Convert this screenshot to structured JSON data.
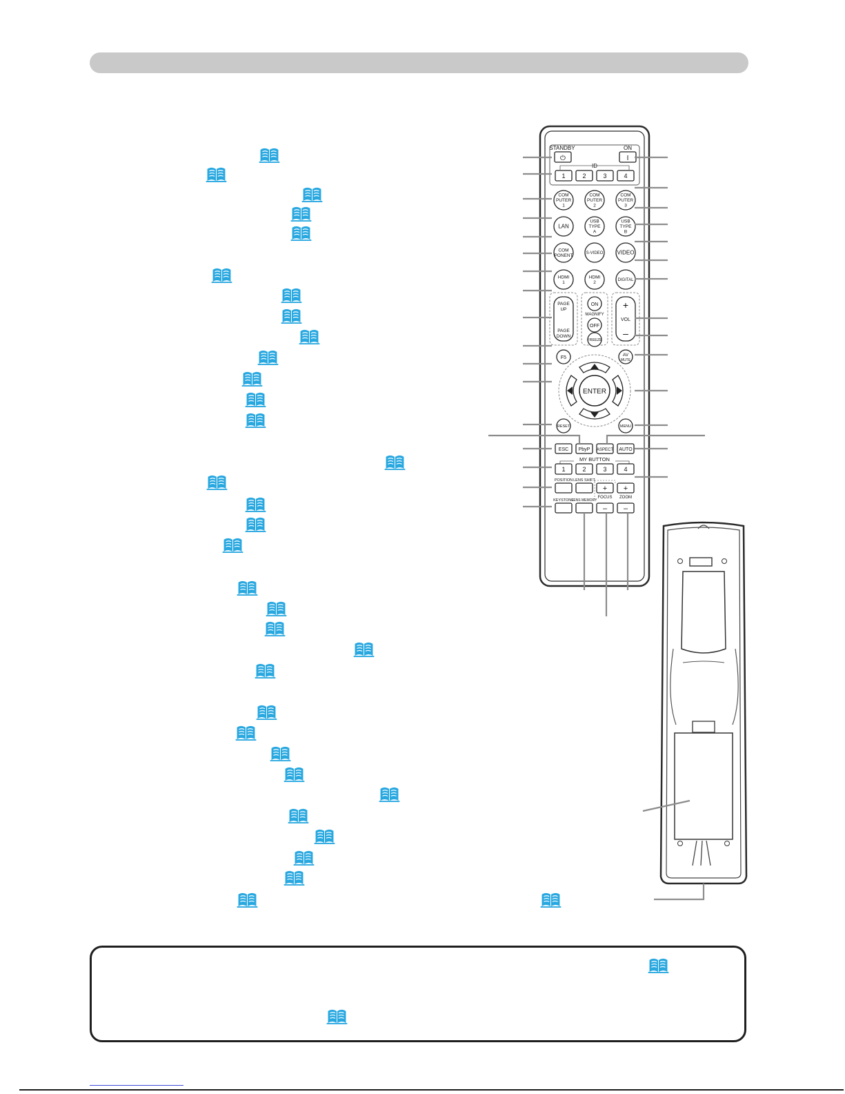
{
  "remote": {
    "standby_label": "STANDBY",
    "standby_symbol": "⏻",
    "on_label": "ON",
    "on_symbol": "I",
    "id_label": "ID",
    "id_buttons": [
      "1",
      "2",
      "3",
      "4"
    ],
    "computer1": [
      "COM",
      "PUTER",
      "1"
    ],
    "computer2": [
      "COM",
      "PUTER",
      "2"
    ],
    "computer3": [
      "COM",
      "PUTER",
      "3"
    ],
    "lan": "LAN",
    "usb_a": [
      "USB",
      "TYPE",
      "A"
    ],
    "usb_b": [
      "USB",
      "TYPE",
      "B"
    ],
    "component": [
      "COM",
      "PONENT"
    ],
    "svideo": "S-VIDEO",
    "video": "VIDEO",
    "hdmi1": [
      "HDMI",
      "1"
    ],
    "hdmi2": [
      "HDMI",
      "2"
    ],
    "digital": "DIGITAL",
    "page_up": [
      "PAGE",
      "UP"
    ],
    "page_down": [
      "PAGE",
      "DOWN"
    ],
    "magnify_on": "ON",
    "magnify_label": "MAGNIFY",
    "magnify_off": "OFF",
    "vol_plus": "+",
    "vol_label": "VOL",
    "vol_minus": "–",
    "freeze": "FREEZE",
    "f5": "F5",
    "av_mute": [
      "AV",
      "MUTE"
    ],
    "enter": "ENTER",
    "reset": "RESET",
    "menu": "MENU",
    "esc": "ESC",
    "pbyp": "PbyP",
    "aspect": "ASPECT",
    "auto": "AUTO",
    "my_button_label": "MY BUTTON",
    "my_buttons": [
      "1",
      "2",
      "3",
      "4"
    ],
    "position": "POSITION",
    "lens_shift": "LENS SHIFT",
    "focus_label": "FOCUS",
    "zoom_label": "ZOOM",
    "keystone": "KEYSTONE",
    "lens_memory": "LENS MEMORY",
    "plus": "+",
    "minus": "–"
  },
  "colors": {
    "book_icon": "#29a8e0",
    "leader_line": "#8c8c8c",
    "header_bar": "#c9c9c9",
    "remote_outline": "#2a2a2a"
  },
  "icons": [
    "book-reference-icon"
  ]
}
